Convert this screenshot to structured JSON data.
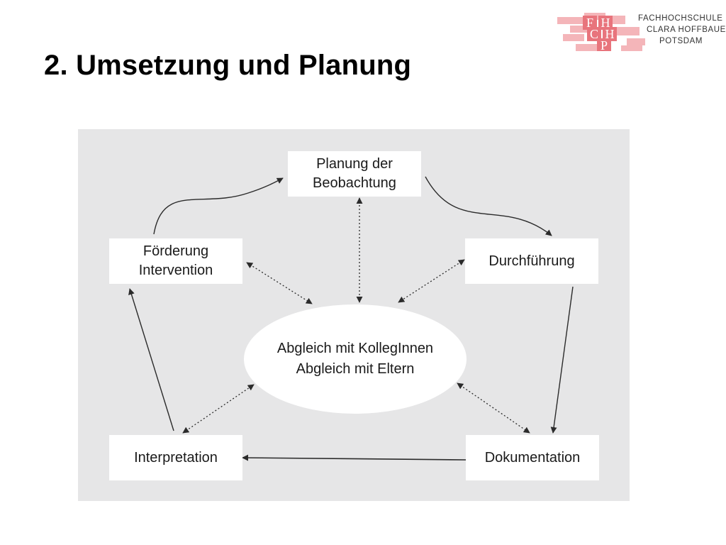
{
  "slide": {
    "title": "2. Umsetzung und Planung"
  },
  "logo": {
    "monogram": [
      "F",
      "H",
      "C",
      "H",
      "P"
    ],
    "lines": [
      "FACHHOCHSCHULE",
      "CLARA HOFFBAUER",
      "POTSDAM"
    ],
    "colors": {
      "dark": "#e8747c",
      "light": "#f4b5b9",
      "text": "#ffffff"
    }
  },
  "diagram": {
    "background": "#e6e6e7",
    "nodes": {
      "planung": [
        "Planung der",
        "Beobachtung"
      ],
      "durchfuehrung": [
        "Durchführung"
      ],
      "dokumentation": [
        "Dokumentation"
      ],
      "interpretation": [
        "Interpretation"
      ],
      "foerderung": [
        "Förderung",
        "Intervention"
      ]
    },
    "center": [
      "Abgleich mit KollegInnen",
      "Abgleich mit Eltern"
    ],
    "cycle": [
      {
        "from": "Förderung Intervention",
        "to": "Planung der Beobachtung",
        "style": "solid-curve"
      },
      {
        "from": "Planung der Beobachtung",
        "to": "Durchführung",
        "style": "solid-curve"
      },
      {
        "from": "Durchführung",
        "to": "Dokumentation",
        "style": "solid"
      },
      {
        "from": "Dokumentation",
        "to": "Interpretation",
        "style": "solid"
      },
      {
        "from": "Interpretation",
        "to": "Förderung Intervention",
        "style": "solid"
      }
    ],
    "exchange": [
      {
        "between": [
          "Planung der Beobachtung",
          "Abgleich"
        ],
        "style": "dotted-bidirectional"
      },
      {
        "between": [
          "Durchführung",
          "Abgleich"
        ],
        "style": "dotted-bidirectional"
      },
      {
        "between": [
          "Dokumentation",
          "Abgleich"
        ],
        "style": "dotted-bidirectional"
      },
      {
        "between": [
          "Interpretation",
          "Abgleich"
        ],
        "style": "dotted-bidirectional"
      },
      {
        "between": [
          "Förderung Intervention",
          "Abgleich"
        ],
        "style": "dotted-bidirectional"
      }
    ]
  }
}
